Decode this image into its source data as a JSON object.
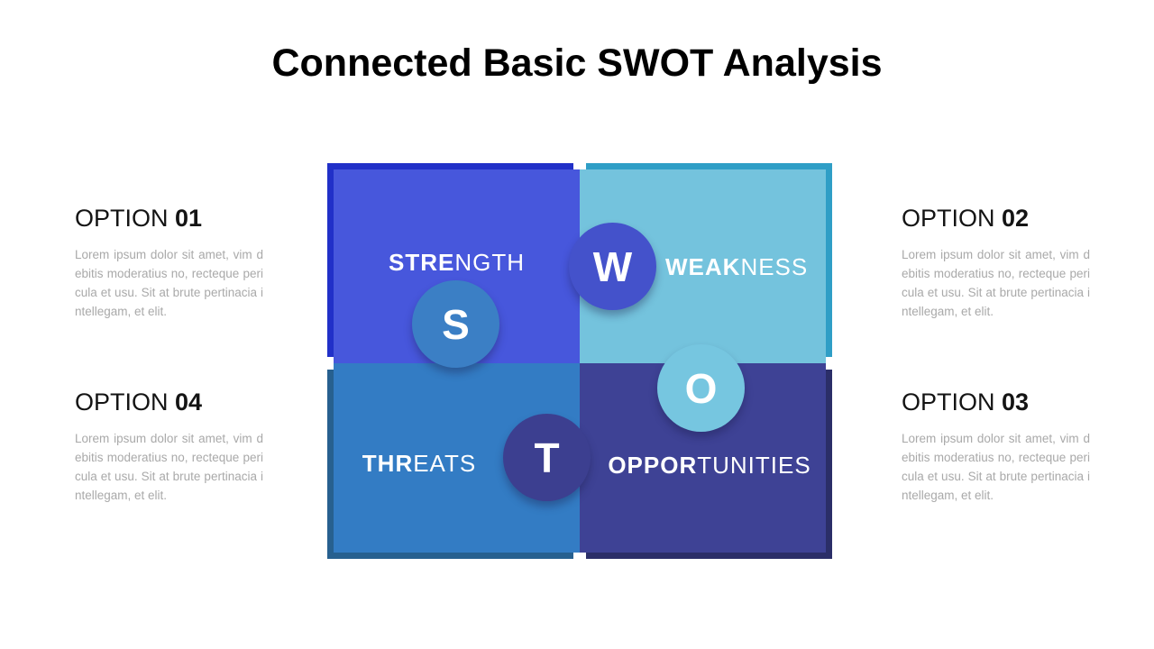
{
  "slide": {
    "title": "Connected Basic SWOT Analysis",
    "background_color": "#ffffff",
    "title_color": "#000000"
  },
  "swot": {
    "quadrants": [
      {
        "name": "strength",
        "position": "top-left",
        "label_bold": "STRE",
        "label_rest": "NGTH",
        "letter": "S",
        "fill_color": "#4757dc",
        "frame_color": "#2130c8",
        "circle_color": "#3b7fc5"
      },
      {
        "name": "weakness",
        "position": "top-right",
        "label_bold": "WEAK",
        "label_rest": "NESS",
        "letter": "W",
        "fill_color": "#74c3dd",
        "frame_color": "#2f9ec6",
        "circle_color": "#4452cb"
      },
      {
        "name": "threats",
        "position": "bottom-left",
        "label_bold": "THR",
        "label_rest": "EATS",
        "letter": "T",
        "fill_color": "#337cc4",
        "frame_color": "#27608f",
        "circle_color": "#3c3f90"
      },
      {
        "name": "opportunities",
        "position": "bottom-right",
        "label_bold": "OPPOR",
        "label_rest": "TUNITIES",
        "letter": "O",
        "fill_color": "#3e4295",
        "frame_color": "#2b2e68",
        "circle_color": "#76c6e0"
      }
    ]
  },
  "options": [
    {
      "label": "OPTION",
      "number": "01",
      "body": "Lorem ipsum dolor sit amet, vim debitis moderatius no, recteque pericula et usu. Sit at brute pertinacia intellegam, et elit."
    },
    {
      "label": "OPTION",
      "number": "02",
      "body": "Lorem ipsum dolor sit amet, vim debitis moderatius no, recteque pericula et usu. Sit at brute pertinacia intellegam, et elit."
    },
    {
      "label": "OPTION",
      "number": "03",
      "body": "Lorem ipsum dolor sit amet, vim debitis moderatius no, recteque pericula et usu. Sit at brute pertinacia intellegam, et elit."
    },
    {
      "label": "OPTION",
      "number": "04",
      "body": "Lorem ipsum dolor sit amet, vim debitis moderatius no, recteque pericula et usu. Sit at brute pertinacia intellegam, et elit."
    }
  ]
}
